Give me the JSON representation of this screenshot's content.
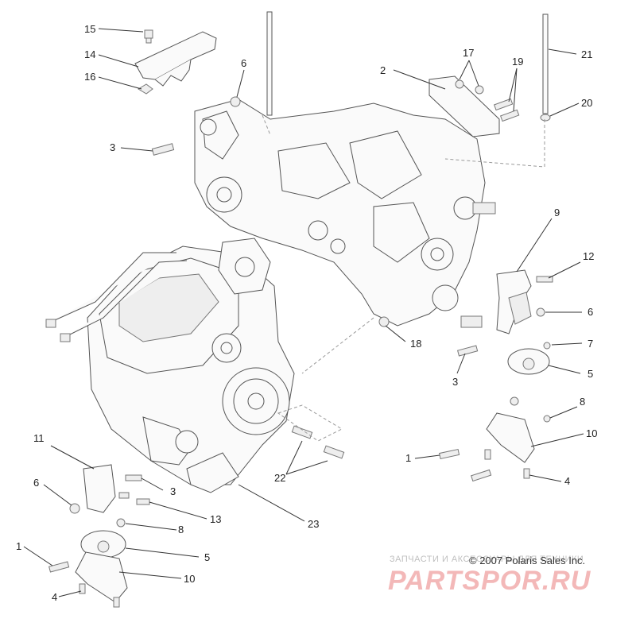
{
  "diagram": {
    "callouts": [
      "1",
      "2",
      "3",
      "4",
      "5",
      "6",
      "7",
      "8",
      "9",
      "10",
      "11",
      "12",
      "13",
      "15",
      "14",
      "16",
      "17",
      "18",
      "19",
      "20",
      "21",
      "22",
      "23"
    ],
    "labels": {
      "n15": "15",
      "n14": "14",
      "n16": "16",
      "n6a": "6",
      "n3a": "3",
      "n2": "2",
      "n17": "17",
      "n19": "19",
      "n21": "21",
      "n20": "20",
      "n9": "9",
      "n12": "12",
      "n6b": "6",
      "n7": "7",
      "n18": "18",
      "n3b": "3",
      "n5a": "5",
      "n8a": "8",
      "n10a": "10",
      "n1a": "1",
      "n4a": "4",
      "n11": "11",
      "n6c": "6",
      "n3c": "3",
      "n13": "13",
      "n8b": "8",
      "n22": "22",
      "n23": "23",
      "n1b": "1",
      "n5b": "5",
      "n10b": "10",
      "n4b": "4"
    },
    "copyright": "© 2007 Polaris Sales Inc.",
    "watermark_top": "ЗАПЧАСТИ И АКСЕССУАРЫ ДЛЯ ТЕХНИКИ",
    "watermark_logo": "PARTSPOR.RU"
  }
}
